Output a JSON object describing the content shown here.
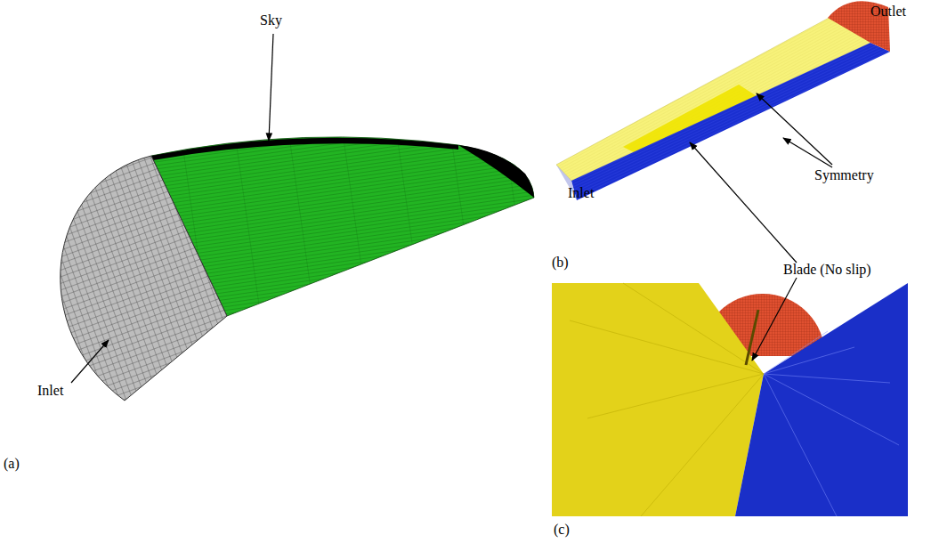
{
  "diagram": {
    "labels": [
      "Sky",
      "Inlet",
      "(a)",
      "Outlet",
      "Symmetry",
      "Inlet",
      "(b)",
      "Blade (No slip)",
      "(c)"
    ]
  }
}
